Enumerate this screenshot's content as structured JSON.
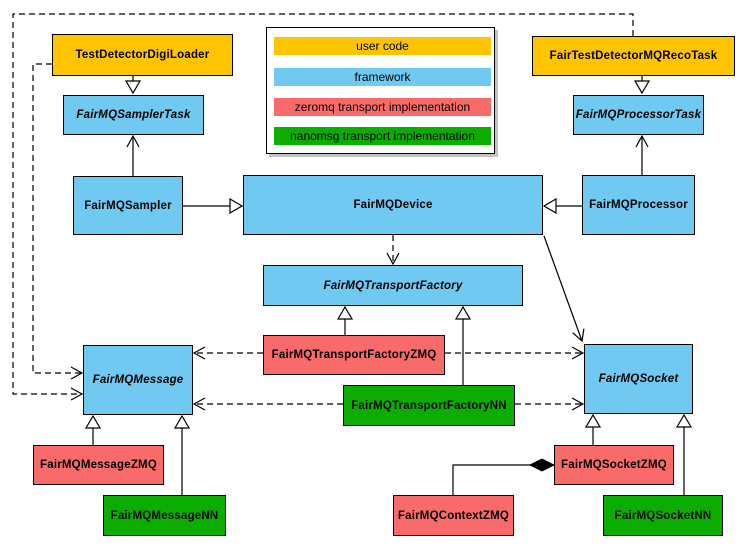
{
  "palette": {
    "user_code": "#FFC400",
    "framework": "#70C9F1",
    "zeromq": "#F96B6B",
    "nanomsg": "#0BAE00",
    "line": "#000000",
    "background": "#FFFFFF"
  },
  "legend": {
    "items": [
      {
        "label": "user code",
        "type": "user_code"
      },
      {
        "label": "framework",
        "type": "framework"
      },
      {
        "label": "zeromq transport implementation",
        "type": "zeromq"
      },
      {
        "label": "nanomsg transport implementation",
        "type": "nanomsg"
      }
    ]
  },
  "nodes": {
    "test_detector_digi_loader": {
      "label": "TestDetectorDigiLoader",
      "type": "user_code",
      "abstract": false
    },
    "fair_test_detector_mq_reco_task": {
      "label": "FairTestDetectorMQRecoTask",
      "type": "user_code",
      "abstract": false
    },
    "fairmq_sampler_task": {
      "label": "FairMQSamplerTask",
      "type": "framework",
      "abstract": true
    },
    "fairmq_processor_task": {
      "label": "FairMQProcessorTask",
      "type": "framework",
      "abstract": true
    },
    "fairmq_sampler": {
      "label": "FairMQSampler",
      "type": "framework",
      "abstract": false
    },
    "fairmq_device": {
      "label": "FairMQDevice",
      "type": "framework",
      "abstract": false
    },
    "fairmq_processor": {
      "label": "FairMQProcessor",
      "type": "framework",
      "abstract": false
    },
    "fairmq_transport_factory": {
      "label": "FairMQTransportFactory",
      "type": "framework",
      "abstract": true
    },
    "fairmq_transport_factory_zmq": {
      "label": "FairMQTransportFactoryZMQ",
      "type": "zeromq",
      "abstract": false
    },
    "fairmq_transport_factory_nn": {
      "label": "FairMQTransportFactoryNN",
      "type": "nanomsg",
      "abstract": false
    },
    "fairmq_message": {
      "label": "FairMQMessage",
      "type": "framework",
      "abstract": true
    },
    "fairmq_socket": {
      "label": "FairMQSocket",
      "type": "framework",
      "abstract": true
    },
    "fairmq_message_zmq": {
      "label": "FairMQMessageZMQ",
      "type": "zeromq",
      "abstract": false
    },
    "fairmq_message_nn": {
      "label": "FairMQMessageNN",
      "type": "nanomsg",
      "abstract": false
    },
    "fairmq_context_zmq": {
      "label": "FairMQContextZMQ",
      "type": "zeromq",
      "abstract": false
    },
    "fairmq_socket_zmq": {
      "label": "FairMQSocketZMQ",
      "type": "zeromq",
      "abstract": false
    },
    "fairmq_socket_nn": {
      "label": "FairMQSocketNN",
      "type": "nanomsg",
      "abstract": false
    }
  },
  "edges": [
    {
      "from": "test_detector_digi_loader",
      "to": "fairmq_sampler_task",
      "type": "inheritance"
    },
    {
      "from": "fair_test_detector_mq_reco_task",
      "to": "fairmq_processor_task",
      "type": "inheritance"
    },
    {
      "from": "fairmq_sampler",
      "to": "fairmq_device",
      "type": "inheritance"
    },
    {
      "from": "fairmq_processor",
      "to": "fairmq_device",
      "type": "inheritance"
    },
    {
      "from": "fairmq_transport_factory_zmq",
      "to": "fairmq_transport_factory",
      "type": "inheritance"
    },
    {
      "from": "fairmq_transport_factory_nn",
      "to": "fairmq_transport_factory",
      "type": "inheritance"
    },
    {
      "from": "fairmq_message_zmq",
      "to": "fairmq_message",
      "type": "inheritance"
    },
    {
      "from": "fairmq_message_nn",
      "to": "fairmq_message",
      "type": "inheritance"
    },
    {
      "from": "fairmq_socket_zmq",
      "to": "fairmq_socket",
      "type": "inheritance"
    },
    {
      "from": "fairmq_socket_nn",
      "to": "fairmq_socket",
      "type": "inheritance"
    },
    {
      "from": "fairmq_sampler",
      "to": "fairmq_sampler_task",
      "type": "association"
    },
    {
      "from": "fairmq_processor",
      "to": "fairmq_processor_task",
      "type": "association"
    },
    {
      "from": "fairmq_device",
      "to": "fairmq_socket",
      "type": "association"
    },
    {
      "from": "fairmq_device",
      "to": "fairmq_transport_factory",
      "type": "dependency"
    },
    {
      "from": "test_detector_digi_loader",
      "to": "fairmq_message",
      "type": "dependency"
    },
    {
      "from": "fair_test_detector_mq_reco_task",
      "to": "fairmq_message",
      "type": "dependency"
    },
    {
      "from": "fairmq_transport_factory_zmq",
      "to": "fairmq_message",
      "type": "dependency"
    },
    {
      "from": "fairmq_transport_factory_zmq",
      "to": "fairmq_socket",
      "type": "dependency"
    },
    {
      "from": "fairmq_transport_factory_nn",
      "to": "fairmq_message",
      "type": "dependency"
    },
    {
      "from": "fairmq_transport_factory_nn",
      "to": "fairmq_socket",
      "type": "dependency"
    },
    {
      "from": "fairmq_context_zmq",
      "to": "fairmq_socket_zmq",
      "type": "composition"
    }
  ]
}
